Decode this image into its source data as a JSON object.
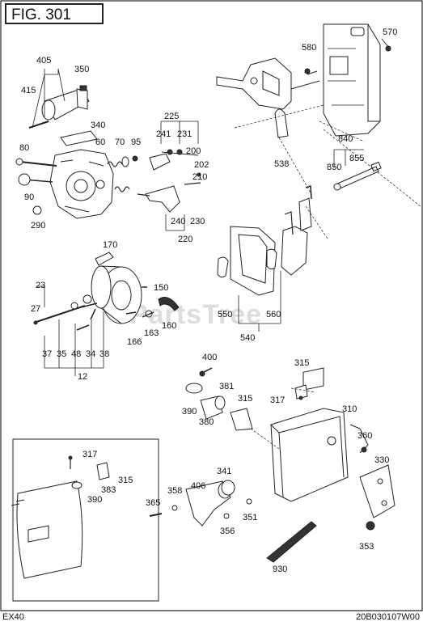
{
  "figure": {
    "title": "FIG. 301"
  },
  "footer": {
    "model": "EX40",
    "code": "20B030107W00"
  },
  "watermark": "PartsTree",
  "callouts": {
    "c405": "405",
    "c350": "350",
    "c415": "415",
    "c340": "340",
    "c80": "80",
    "c60": "60",
    "c70": "70",
    "c95": "95",
    "c225": "225",
    "c241": "241",
    "c231": "231",
    "c200": "200",
    "c202": "202",
    "c210": "210",
    "c90": "90",
    "c290": "290",
    "c240": "240",
    "c230": "230",
    "c220": "220",
    "c580": "580",
    "c570": "570",
    "c538": "538",
    "c840": "840",
    "c855": "855",
    "c850": "850",
    "c170": "170",
    "c150": "150",
    "c23": "23",
    "c27": "27",
    "c37": "37",
    "c35": "35",
    "c48": "48",
    "c34": "34",
    "c38": "38",
    "c12": "12",
    "c166": "166",
    "c163": "163",
    "c160": "160",
    "c550": "550",
    "c560": "560",
    "c540": "540",
    "c400": "400",
    "c381": "381",
    "c390": "390",
    "c380": "380",
    "c315a": "315",
    "c315b": "315",
    "c317a": "317",
    "c310": "310",
    "c360": "360",
    "c330": "330",
    "c341": "341",
    "c406": "406",
    "c358": "358",
    "c365": "365",
    "c351": "351",
    "c356": "356",
    "c353": "353",
    "c930": "930",
    "c317b": "317",
    "c315c": "315",
    "c383": "383",
    "c390b": "390"
  }
}
